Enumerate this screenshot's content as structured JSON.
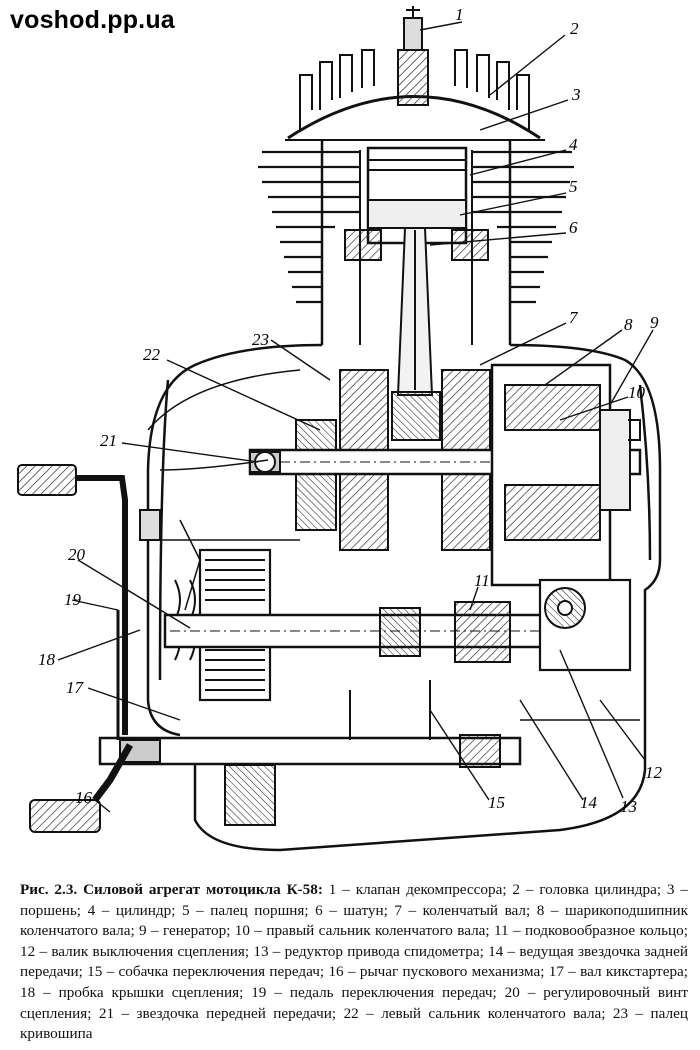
{
  "watermark": "voshod.pp.ua",
  "callouts": [
    "1",
    "2",
    "3",
    "4",
    "5",
    "6",
    "7",
    "8",
    "9",
    "10",
    "11",
    "12",
    "13",
    "14",
    "15",
    "16",
    "17",
    "18",
    "19",
    "20",
    "21",
    "22",
    "23"
  ],
  "caption": {
    "title": "Рис. 2.3. Силовой агрегат мотоцикла К-58:",
    "text": "1 – клапан декомпрессора; 2 – головка цилиндра; 3 – поршень; 4 – цилиндр; 5 – палец поршня; 6 – шатун; 7 – коленчатый вал; 8 – шарикоподшипник коленчатого вала; 9 – генератор; 10 – правый сальник коленчатого вала; 11 – подковообразное кольцо; 12 – валик выключения сцепления; 13 – редуктор привода спидометра; 14 – ведущая звездочка задней передачи; 15 – собачка переключения передач; 16 – рычаг пускового механизма; 17 – вал кикстартера; 18 – пробка крышки сцепления; 19 – педаль переключения передач; 20 – регулировочный винт сцепления; 21 – звездочка передней передачи; 22 – левый сальник коленчатого вала; 23 – палец кривошипа"
  }
}
